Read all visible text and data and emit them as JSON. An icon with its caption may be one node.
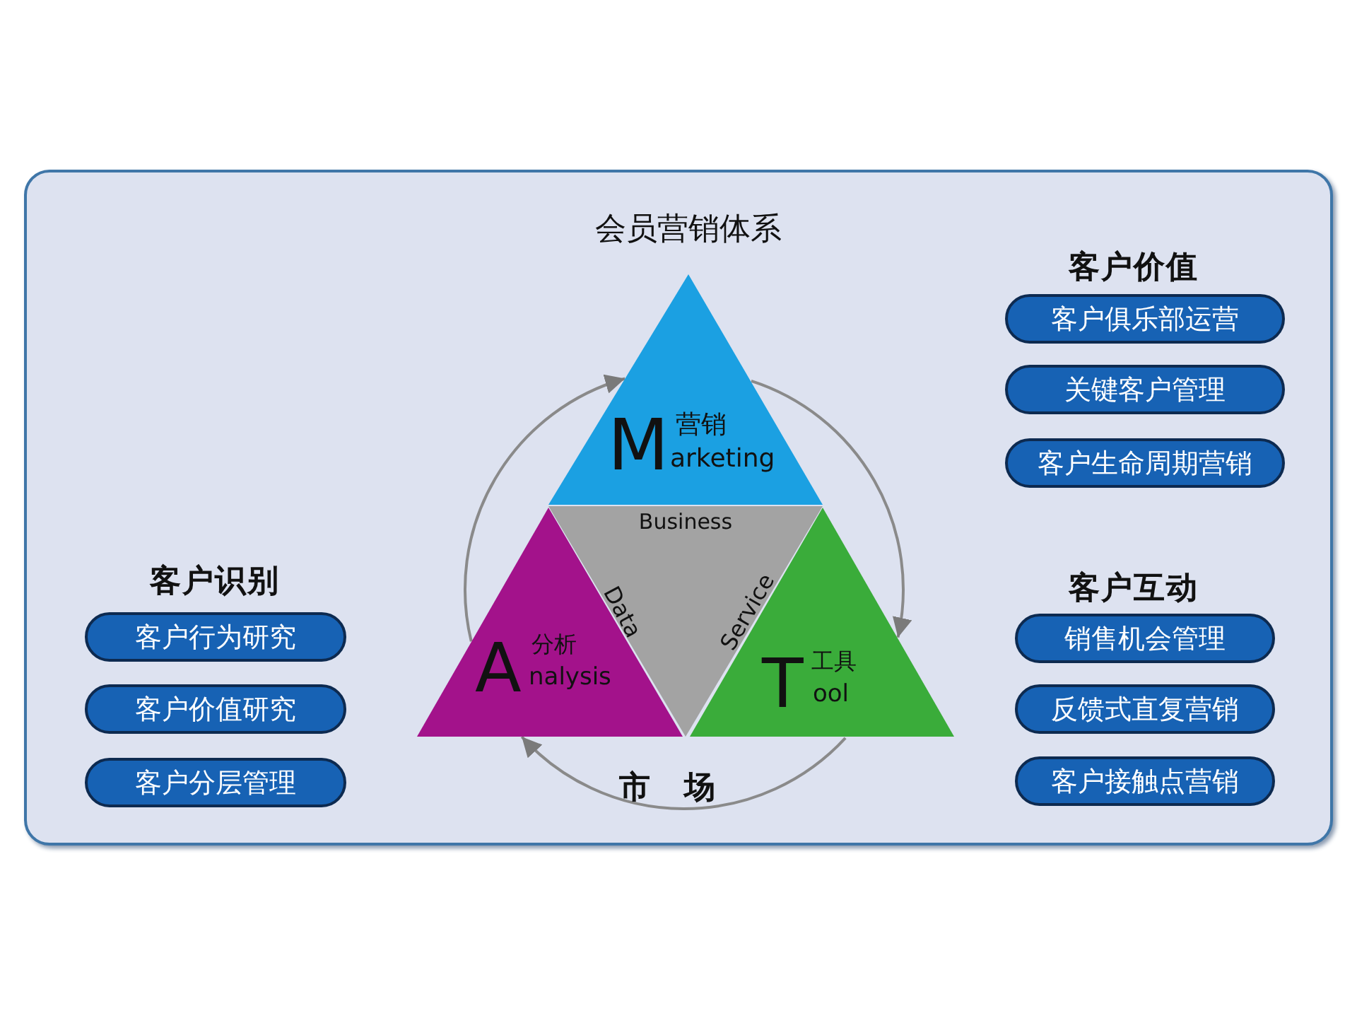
{
  "diagram": {
    "title": "会员营销体系",
    "nodes": [
      {
        "text": [],
        "shape": "box"
      },
      {
        "text": [
          "M",
          "营销",
          "arketing"
        ],
        "in": 0
      },
      {
        "text": [
          "Business",
          "Data",
          "Service"
        ],
        "in": 0
      },
      {
        "text": [
          "A",
          "分析",
          "nalysis"
        ],
        "in": 0
      },
      {
        "text": [
          "T",
          "工具",
          "ool"
        ],
        "in": 0
      },
      {
        "text": [
          "客户俱乐部运营"
        ],
        "in": 0
      },
      {
        "text": [
          "关键客户管理"
        ],
        "in": 0
      },
      {
        "text": [
          "客户生命周期营销"
        ],
        "in": 0
      },
      {
        "text": [
          "销售机会管理"
        ],
        "in": 0
      },
      {
        "text": [
          "反馈式直复营销"
        ],
        "in": 0
      },
      {
        "text": [
          "客户接触点营销"
        ],
        "in": 0
      },
      {
        "text": [
          "客户行为研究"
        ],
        "in": 0
      },
      {
        "text": [
          "客户价值研究"
        ],
        "in": 0
      },
      {
        "text": [
          "客户分层管理"
        ],
        "in": 0
      }
    ],
    "edges": [
      {
        "from": 3,
        "to": 1,
        "arrow": "to"
      },
      {
        "from": 1,
        "to": 4,
        "arrow": "to"
      },
      {
        "from": 4,
        "to": 3,
        "arrow": "to"
      }
    ],
    "labels": [
      "客户价值",
      "客户互动",
      "客户识别",
      "市场"
    ]
  }
}
